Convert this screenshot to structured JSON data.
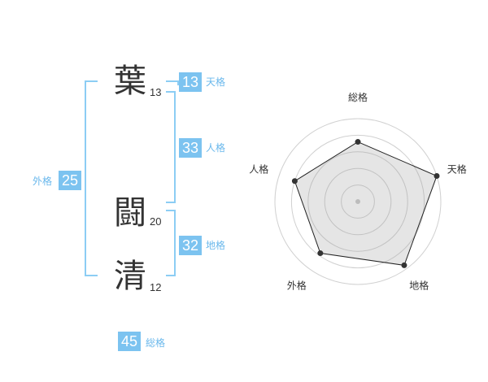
{
  "name_chars": [
    {
      "char": "葉",
      "strokes": "13"
    },
    {
      "char": "闘",
      "strokes": "20"
    },
    {
      "char": "清",
      "strokes": "12"
    }
  ],
  "fortunes": {
    "tenkaku": {
      "value": "13",
      "label": "天格"
    },
    "jinkaku": {
      "value": "33",
      "label": "人格"
    },
    "chikaku": {
      "value": "32",
      "label": "地格"
    },
    "gaikaku": {
      "value": "25",
      "label": "外格"
    },
    "soukaku": {
      "value": "45",
      "label": "総格"
    }
  },
  "radar": {
    "axes": [
      "総格",
      "天格",
      "地格",
      "外格",
      "人格"
    ],
    "values": [
      0.72,
      1.0,
      0.95,
      0.77,
      0.8
    ],
    "max": 1
  },
  "colors": {
    "accent": "#7cc3f0",
    "bracket": "#8ccdf4",
    "label": "#6ab8ec"
  }
}
